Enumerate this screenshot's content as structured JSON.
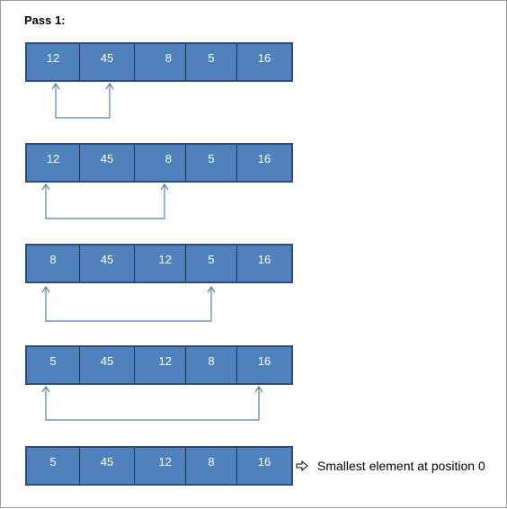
{
  "title": "Pass 1:",
  "rows": [
    [
      "12",
      "45",
      "8",
      "5",
      "16"
    ],
    [
      "12",
      "45",
      "8",
      "5",
      "16"
    ],
    [
      "8",
      "45",
      "12",
      "5",
      "16"
    ],
    [
      "5",
      "45",
      "12",
      "8",
      "16"
    ],
    [
      "5",
      "45",
      "12",
      "8",
      "16"
    ]
  ],
  "note": {
    "icon": "right-arrow-outline-icon",
    "text": "Smallest element at position 0"
  },
  "colors": {
    "cell_fill": "#4f81bd",
    "cell_border": "#2d4c7b",
    "arrow": "#4f81bd",
    "text": "#ffffff"
  }
}
